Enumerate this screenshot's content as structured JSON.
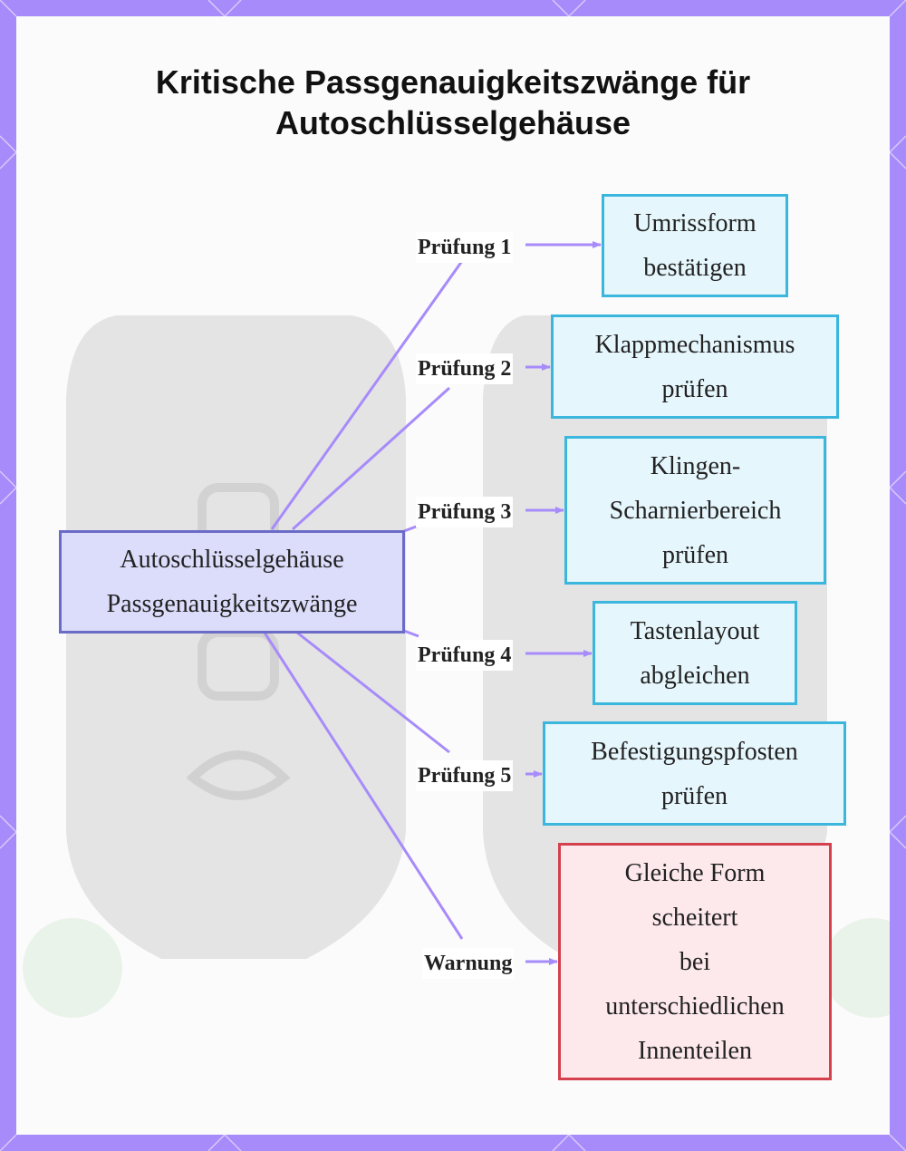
{
  "title": {
    "line1": "Kritische Passgenauigkeitszwänge für",
    "line2": "Autoschlüsselgehäuse"
  },
  "center_node": {
    "line1": "Autoschlüsselgehäuse",
    "line2": "Passgenauigkeitszwänge"
  },
  "edges": [
    {
      "label": "Prüfung 1",
      "lines": [
        "Umrissform",
        "bestätigen"
      ],
      "kind": "step"
    },
    {
      "label": "Prüfung 2",
      "lines": [
        "Klappmechanismus",
        "prüfen"
      ],
      "kind": "step"
    },
    {
      "label": "Prüfung 3",
      "lines": [
        "Klingen-",
        "Scharnierbereich",
        "prüfen"
      ],
      "kind": "step"
    },
    {
      "label": "Prüfung 4",
      "lines": [
        "Tastenlayout",
        "abgleichen"
      ],
      "kind": "step"
    },
    {
      "label": "Prüfung 5",
      "lines": [
        "Befestigungspfosten",
        "prüfen"
      ],
      "kind": "step"
    },
    {
      "label": "Warnung",
      "lines": [
        "Gleiche Form",
        "scheitert",
        "bei",
        "unterschiedlichen",
        "Innenteilen"
      ],
      "kind": "warning"
    }
  ],
  "colors": {
    "frame": "#a78bfa",
    "edge_line": "#a78bfa",
    "center_fill": "#dcdcfb",
    "center_border": "#6b6bc8",
    "step_fill": "#e5f6fc",
    "step_border": "#3bb6dd",
    "warning_fill": "#fde8ec",
    "warning_border": "#d4404c"
  }
}
